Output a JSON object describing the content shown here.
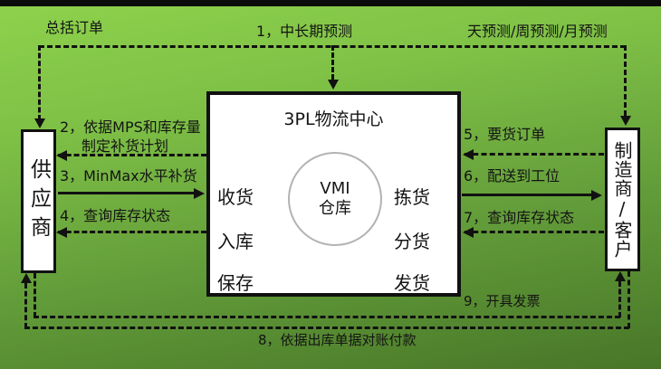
{
  "colors": {
    "background_top": "#8ed24c",
    "background_bottom": "#487628",
    "top_bar": "#0b0b0b",
    "line_color": "#111111",
    "node_fill": "#ffffff",
    "node_border": "#111111",
    "circle_border": "#b3b3b3",
    "text_color": "#141414"
  },
  "nodes": {
    "supplier": {
      "label": "供应商"
    },
    "logistics_center": {
      "title": "3PL物流中心",
      "warehouse_circle": {
        "line1": "VMI",
        "line2": "仓库"
      },
      "inbound_processes": [
        "收货",
        "入库",
        "保存"
      ],
      "outbound_processes": [
        "拣货",
        "分货",
        "发货"
      ]
    },
    "manufacturer": {
      "label": "制造商/客户"
    }
  },
  "flow_labels": {
    "blanket_order": "总括订单",
    "step1": "1，中长期预测",
    "forecast_types": "天预测/周预测/月预测",
    "step2_line1": "2，依据MPS和库存量",
    "step2_line2": "制定补货计划",
    "step3": "3，MinMax水平补货",
    "step4": "4，查询库存状态",
    "step5": "5，要货订单",
    "step6": "6，配送到工位",
    "step7": "7，查询库存状态",
    "step8": "8，依据出库单据对账付款",
    "step9": "9，开具发票"
  },
  "edges": [
    {
      "path": "forecast-bus",
      "style": "dashed",
      "targets": [
        "supplier",
        "logistics_center",
        "manufacturer"
      ],
      "direction": "into-targets",
      "labels": [
        "总括订单",
        "1，中长期预测",
        "天预测/周预测/月预测"
      ]
    },
    {
      "from": "logistics_center",
      "to": "supplier",
      "style": "dashed",
      "label": "2，依据MPS和库存量 制定补货计划"
    },
    {
      "from": "supplier",
      "to": "logistics_center",
      "style": "solid",
      "label": "3，MinMax水平补货"
    },
    {
      "from": "logistics_center",
      "to": "supplier",
      "style": "dashed",
      "label": "4，查询库存状态"
    },
    {
      "from": "manufacturer",
      "to": "logistics_center",
      "style": "dashed",
      "label": "5，要货订单"
    },
    {
      "from": "logistics_center",
      "to": "manufacturer",
      "style": "solid",
      "label": "6，配送到工位"
    },
    {
      "from": "manufacturer",
      "to": "logistics_center",
      "style": "dashed",
      "label": "7，查询库存状态"
    },
    {
      "from": "manufacturer",
      "to": "supplier",
      "style": "dashed",
      "label": "8，依据出库单据对账付款"
    },
    {
      "from": "supplier",
      "to": "manufacturer",
      "style": "dashed",
      "label": "9，开具发票"
    }
  ]
}
